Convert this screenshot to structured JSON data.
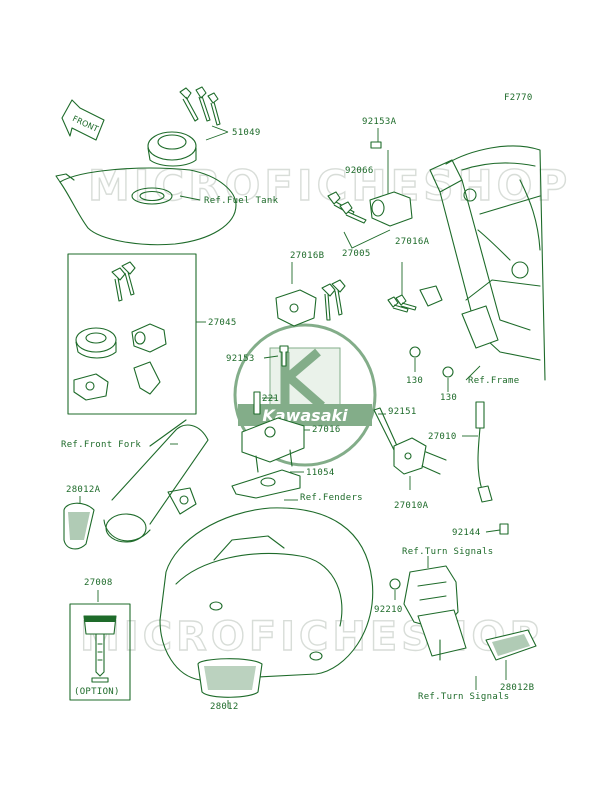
{
  "figure_code": "F2770",
  "front_arrow_label": "FRONT",
  "watermark_text": "MICROFICHESHOP",
  "logo_text": "Kawasaki",
  "colors": {
    "ink": "#1e6b2a",
    "watermark": "#d8ddd8",
    "background": "#ffffff"
  },
  "callouts": {
    "c51049": "51049",
    "c_ref_fuel_tank": "Ref.Fuel Tank",
    "c92153A": "92153A",
    "c92066": "92066",
    "c27005": "27005",
    "c27016B": "27016B",
    "c27016A": "27016A",
    "c27045": "27045",
    "c92153": "92153",
    "c130a": "130",
    "c130b": "130",
    "c_ref_frame": "Ref.Frame",
    "c221": "221",
    "c92151": "92151",
    "c27016": "27016",
    "c27010": "27010",
    "c_ref_front_fork": "Ref.Front Fork",
    "c11054": "11054",
    "c27010A": "27010A",
    "c28012A": "28012A",
    "c_ref_fenders": "Ref.Fenders",
    "c92144": "92144",
    "c_ref_turn_signals_a": "Ref.Turn Signals",
    "c27008": "27008",
    "c92210": "92210",
    "c_option": "(OPTION)",
    "c28012B": "28012B",
    "c28012": "28012",
    "c_ref_turn_signals_b": "Ref.Turn Signals"
  }
}
